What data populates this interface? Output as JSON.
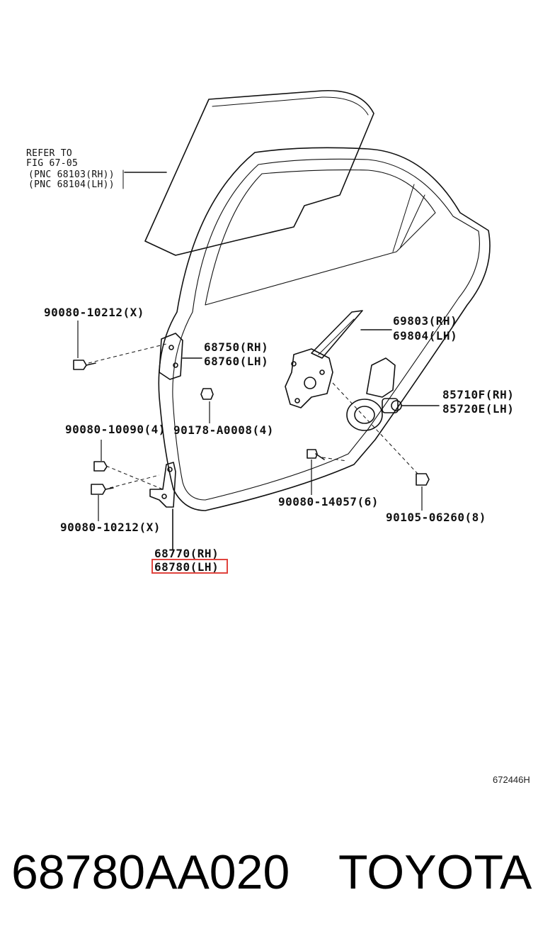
{
  "refer": {
    "line1": "REFER TO",
    "line2": "FIG 67-05",
    "line3": "(PNC 68103(RH))",
    "line4": "(PNC 68104(LH))"
  },
  "parts": {
    "p90080_10212_top": "90080-10212(X)",
    "p68750": "68750(RH)",
    "p68760": "68760(LH)",
    "p69803": "69803(RH)",
    "p69804": "69804(LH)",
    "p85710F": "85710F(RH)",
    "p85720E": "85720E(LH)",
    "p90080_10090": "90080-10090(4)",
    "p90178": "90178-A0008(4)",
    "p90080_14057": "90080-14057(6)",
    "p90105": "90105-06260(8)",
    "p90080_10212_bottom": "90080-10212(X)",
    "p68770": "68770(RH)",
    "p68780": "68780(LH)"
  },
  "highlight_color": "#e0443e",
  "figure_ref": "672446H",
  "part_number": "68780AA020",
  "brand": "TOYOTA"
}
